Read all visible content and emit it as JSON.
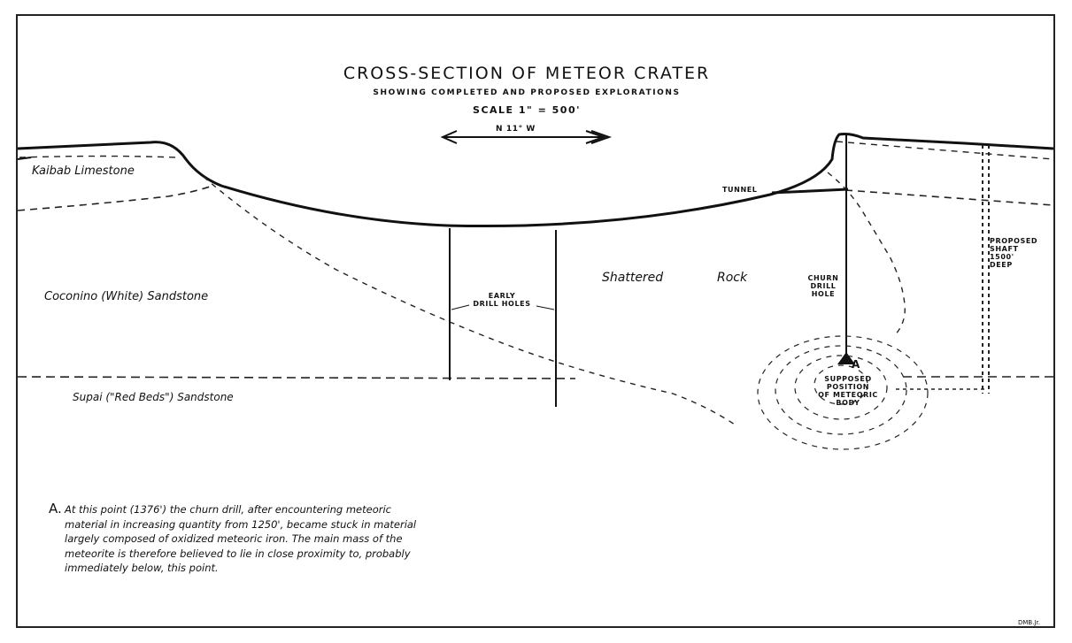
{
  "title": "CROSS-SECTION OF METEOR CRATER",
  "subtitle": "SHOWING COMPLETED AND PROPOSED EXPLORATIONS",
  "scale": "SCALE 1\" = 500'",
  "direction": "N 11° W",
  "layers": {
    "kaibab": "Kaibab Limestone",
    "coconino": "Coconino (White) Sandstone",
    "supai": "Supai (\"Red Beds\") Sandstone",
    "shattered_1": "Shattered",
    "shattered_2": "Rock"
  },
  "labels": {
    "tunnel": "TUNNEL",
    "early_drill": [
      "EARLY",
      "DRILL HOLES"
    ],
    "churn_drill": [
      "CHURN",
      "DRILL",
      "HOLE"
    ],
    "proposed_shaft": [
      "PROPOSED",
      "SHAFT",
      "1500'",
      "DEEP"
    ],
    "point_a": "A",
    "supposed_position": [
      "SUPPOSED",
      "POSITION",
      "OF METEORIC",
      "BODY"
    ]
  },
  "note": {
    "marker": "A.",
    "text": "At this point (1376') the churn drill, after encountering meteoric material in increasing quantity from 1250', became stuck in material largely composed of oxidized meteoric iron. The main mass of the meteorite is therefore believed to lie in close proximity to, probably immediately below, this point."
  },
  "initials": "DMB.Jr."
}
